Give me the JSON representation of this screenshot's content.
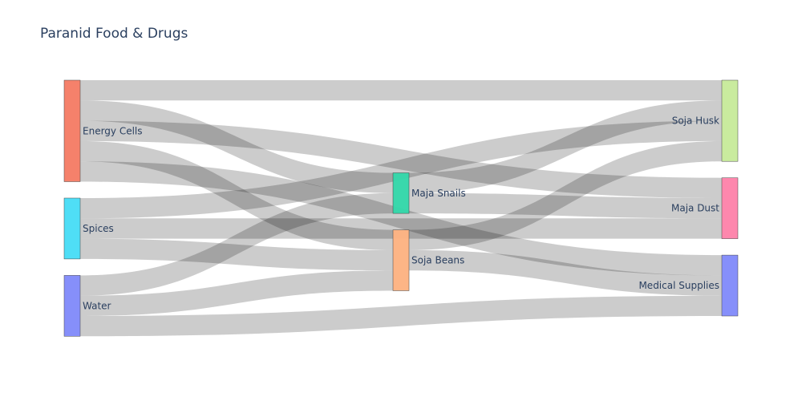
{
  "chart_data": {
    "type": "sankey",
    "title": "Paranid Food & Drugs",
    "nodes": [
      {
        "id": "energy_cells",
        "label": "Energy Cells",
        "color": "#f47a63"
      },
      {
        "id": "spices",
        "label": "Spices",
        "color": "#46dcf5"
      },
      {
        "id": "water",
        "label": "Water",
        "color": "#8089fa"
      },
      {
        "id": "maja_snails",
        "label": "Maja Snails",
        "color": "#2fd6a8"
      },
      {
        "id": "soja_beans",
        "label": "Soja Beans",
        "color": "#fdb17f"
      },
      {
        "id": "soja_husk",
        "label": "Soja Husk",
        "color": "#c6ea99"
      },
      {
        "id": "maja_dust",
        "label": "Maja Dust",
        "color": "#fd81a9"
      },
      {
        "id": "medical_supplies",
        "label": "Medical Supplies",
        "color": "#8089fa"
      }
    ],
    "links": [
      {
        "source": "energy_cells",
        "target": "soja_husk",
        "value": 1
      },
      {
        "source": "energy_cells",
        "target": "maja_dust",
        "value": 1
      },
      {
        "source": "energy_cells",
        "target": "soja_beans",
        "value": 1
      },
      {
        "source": "energy_cells",
        "target": "maja_snails",
        "value": 1
      },
      {
        "source": "energy_cells",
        "target": "medical_supplies",
        "value": 1
      },
      {
        "source": "spices",
        "target": "soja_husk",
        "value": 1
      },
      {
        "source": "spices",
        "target": "maja_dust",
        "value": 1
      },
      {
        "source": "spices",
        "target": "soja_beans",
        "value": 1
      },
      {
        "source": "water",
        "target": "maja_snails",
        "value": 1
      },
      {
        "source": "water",
        "target": "soja_beans",
        "value": 1
      },
      {
        "source": "water",
        "target": "medical_supplies",
        "value": 1
      },
      {
        "source": "maja_snails",
        "target": "soja_husk",
        "value": 1
      },
      {
        "source": "maja_snails",
        "target": "maja_dust",
        "value": 1
      },
      {
        "source": "soja_beans",
        "target": "soja_husk",
        "value": 1
      },
      {
        "source": "soja_beans",
        "target": "medical_supplies",
        "value": 1
      }
    ]
  }
}
